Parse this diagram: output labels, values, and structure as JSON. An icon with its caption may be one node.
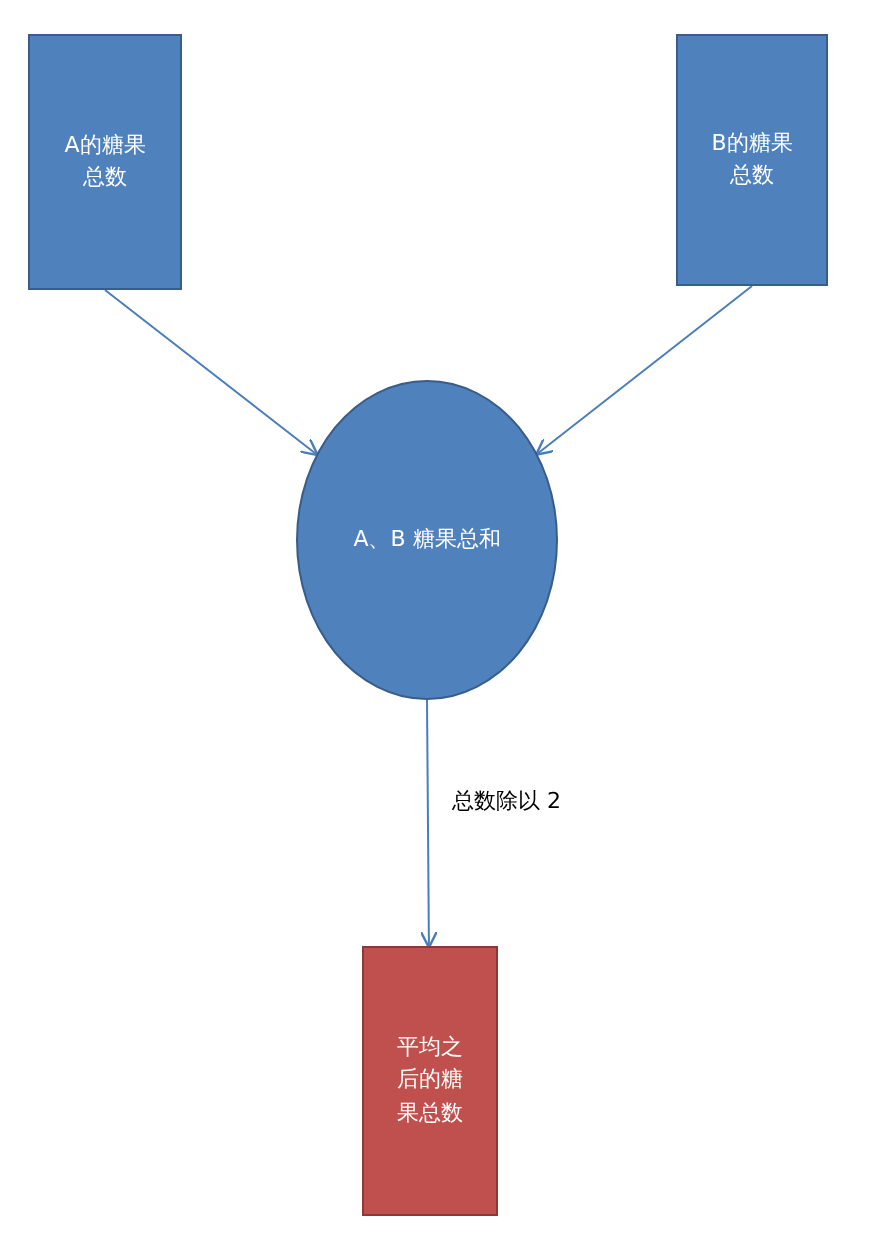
{
  "diagram": {
    "nodes": [
      {
        "text": [
          "A的糖果总数"
        ]
      },
      {
        "text": [
          "B的糖果总数"
        ]
      },
      {
        "text": [
          "A、B 糖果总和"
        ]
      },
      {
        "text": [
          "平均之后的糖果总数"
        ]
      }
    ],
    "edges": [
      {
        "from": 0,
        "to": 2,
        "arrow": "to"
      },
      {
        "from": 1,
        "to": 2,
        "arrow": "to"
      },
      {
        "from": 2,
        "to": 3,
        "arrow": "to",
        "label": "总数除以 2"
      }
    ]
  }
}
